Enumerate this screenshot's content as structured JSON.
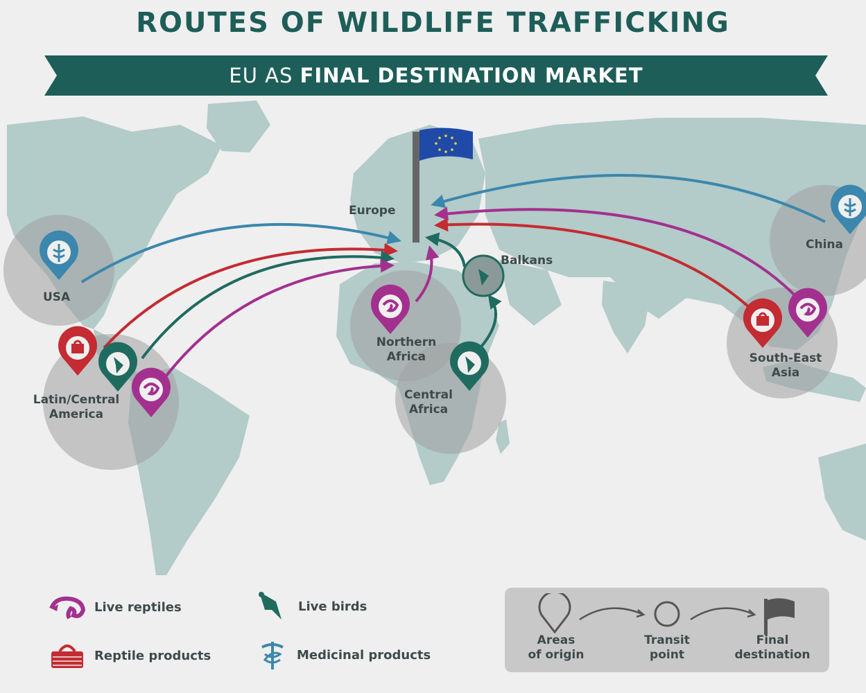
{
  "header": {
    "title": "ROUTES OF WILDLIFE TRAFFICKING",
    "subtitle_prefix": "EU AS",
    "subtitle_bold": "FINAL DESTINATION MARKET"
  },
  "places": {
    "europe": "Europe",
    "china": "China",
    "usa": "USA",
    "balkans": "Balkans",
    "northern_africa_1": "Northern",
    "northern_africa_2": "Africa",
    "central_africa_1": "Central",
    "central_africa_2": "Africa",
    "south_east_asia_1": "South-East",
    "south_east_asia_2": "Asia",
    "latin_america_1": "Latin/Central",
    "latin_america_2": "America"
  },
  "legend": {
    "live_reptiles": "Live reptiles",
    "live_birds": "Live birds",
    "reptile_products": "Reptile products",
    "medicinal_products": "Medicinal products",
    "areas_of_origin_1": "Areas",
    "areas_of_origin_2": "of origin",
    "transit_point_1": "Transit",
    "transit_point_2": "point",
    "final_destination_1": "Final",
    "final_destination_2": "destination"
  },
  "colors": {
    "reptiles": "#a3308f",
    "birds": "#1f6b5f",
    "reptile_products": "#c42b32",
    "medicinal": "#3b87ad",
    "land": "#b3cbc9",
    "header": "#1e5e58"
  }
}
